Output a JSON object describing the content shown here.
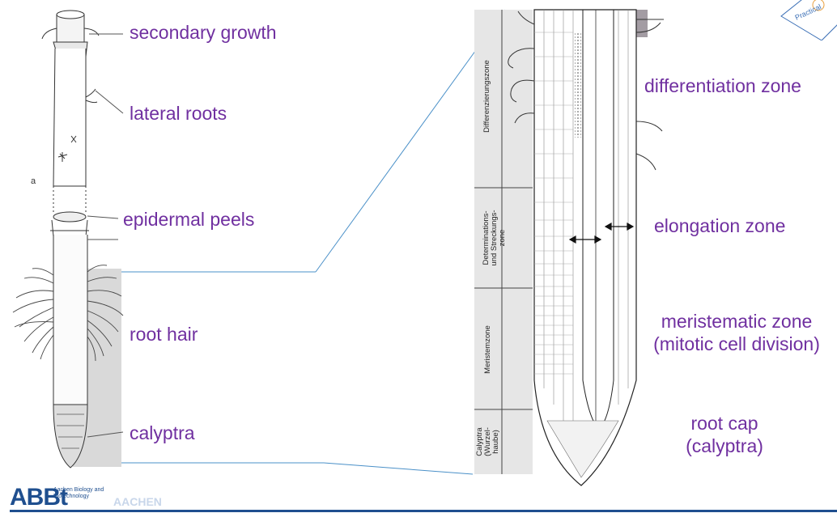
{
  "left_labels": {
    "secondary_growth": "secondary growth",
    "lateral_roots": "lateral roots",
    "epidermal_peels": "epidermal peels",
    "root_hair": "root hair",
    "calyptra": "calyptra"
  },
  "right_labels": {
    "differentiation_zone": "differentiation zone",
    "elongation_zone": "elongation zone",
    "meristematic_zone_line1": "meristematic zone",
    "meristematic_zone_line2": "(mitotic cell division)",
    "root_cap_line1": "root cap",
    "root_cap_line2": "(calyptra)"
  },
  "figure_letter": "a",
  "german_zones": {
    "differenzierungszone": "Differenzierungszone",
    "determination_line1": "Determinations-",
    "determination_line2": "und Streckungs-",
    "determination_line3": "zone",
    "meristemzone": "Meristemzone",
    "calyptra_line1": "Calyptra",
    "calyptra_line2": "(Wurzel-",
    "calyptra_line3": "haube)"
  },
  "logo": {
    "abbreviation": "ABBt",
    "subtitle": "Aachen Biology and Biotechnology",
    "secondary": "AACHEN"
  },
  "stamp": {
    "text": "Practical"
  },
  "colors": {
    "label_purple": "#7030a0",
    "logo_blue": "#1f4f8f",
    "connector_blue": "#4a90c8",
    "highlight_gray": "#cfcfcf"
  }
}
